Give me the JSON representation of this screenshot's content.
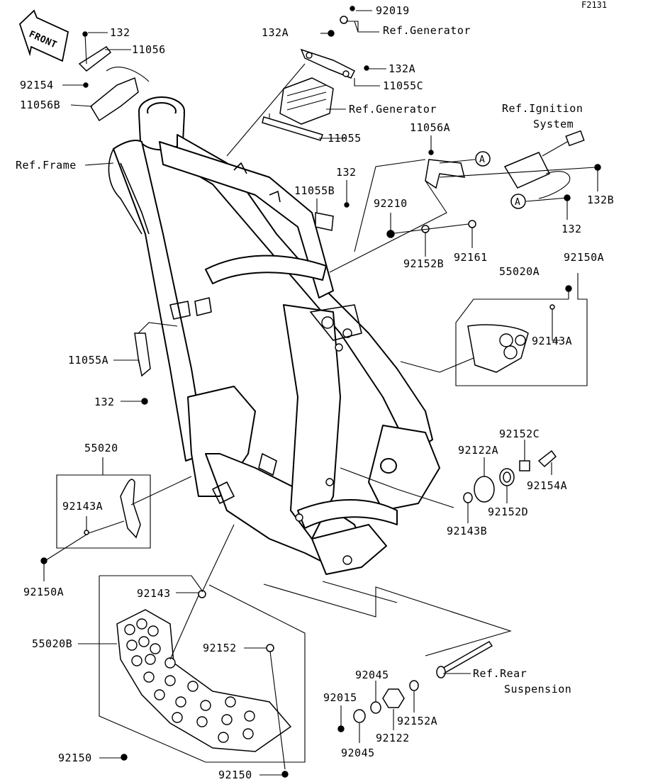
{
  "figure_code": "F2131",
  "front_arrow": "FRONT",
  "callout_marker": "A",
  "labels": {
    "l92019": "92019",
    "l132_top": "132",
    "l11056": "11056",
    "l132A_1": "132A",
    "ref_generator_1": "Ref.Generator",
    "l132A_2": "132A",
    "l92154": "92154",
    "l11055C": "11055C",
    "l11056B": "11056B",
    "ref_generator_2": "Ref.Generator",
    "ref_ignition_1": "Ref.Ignition",
    "ref_ignition_2": "System",
    "l11056A": "11056A",
    "l11055": "11055",
    "ref_frame": "Ref.Frame",
    "l132_mid": "132",
    "l11055B": "11055B",
    "l132B": "132B",
    "l92210": "92210",
    "l132_right": "132",
    "l92152B": "92152B",
    "l92161": "92161",
    "l55020A": "55020A",
    "l92150A_top": "92150A",
    "l92143A_right": "92143A",
    "l11055A": "11055A",
    "l132_left": "132",
    "l92152C": "92152C",
    "l55020": "55020",
    "l92122A": "92122A",
    "l92154A": "92154A",
    "l92143A_left": "92143A",
    "l92152D": "92152D",
    "l92143B": "92143B",
    "l92150A_bottom": "92150A",
    "l92143": "92143",
    "l55020B": "55020B",
    "l92152": "92152",
    "l92045_top": "92045",
    "ref_rear_1": "Ref.Rear",
    "ref_rear_2": "Suspension",
    "l92015": "92015",
    "l92152A": "92152A",
    "l92122": "92122",
    "l92150": "92150",
    "l92045_bottom": "92045",
    "l92150_bottom": "92150"
  }
}
